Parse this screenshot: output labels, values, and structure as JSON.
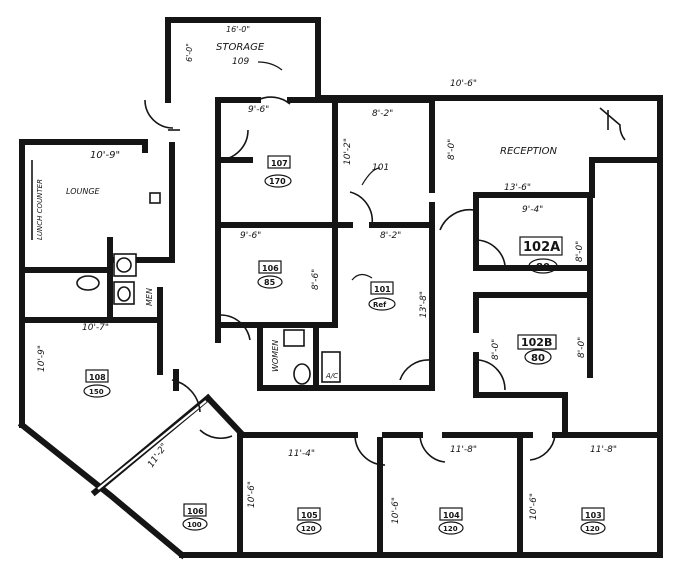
{
  "rooms": {
    "storage": {
      "name": "STORAGE",
      "number": "109",
      "dim_w": "16'-0\"",
      "dim_h": "6'-0\""
    },
    "lounge": {
      "name": "LOUNGE",
      "dim": "10'-9\"",
      "side_label": "LUNCH COUNTER"
    },
    "r107": {
      "number": "107",
      "area": "170",
      "dim": "9'-6\""
    },
    "r106": {
      "number": "106",
      "area": "85",
      "dim_w": "9'-6\"",
      "dim_h": "8'-6\""
    },
    "r101": {
      "number": "101",
      "area": "Ref",
      "dim_a": "8'-2\"",
      "dim_b": "8'-2\"",
      "dim_c": "10'-2\"",
      "dim_d": "13'-8\""
    },
    "reception": {
      "name": "RECEPTION",
      "dim_a": "8'-0\"",
      "dim_b": "13'-6\""
    },
    "r102a": {
      "number": "102A",
      "area": "80",
      "dim_w": "9'-4\"",
      "dim_h": "8'-0\""
    },
    "r102b": {
      "number": "102B",
      "area": "80",
      "dim_w": "8'-0\"",
      "dim_h": "8'-0\""
    },
    "r108": {
      "number": "108",
      "area": "150",
      "dim_w": "10'-7\"",
      "dim_h": "10'-9\""
    },
    "r106b": {
      "number": "106",
      "area": "100",
      "dim": "11'-2\""
    },
    "r105": {
      "number": "105",
      "area": "120",
      "dim_w": "11'-4\"",
      "dim_h": "10'-6\""
    },
    "r104": {
      "number": "104",
      "area": "120",
      "dim_w": "11'-8\"",
      "dim_h": "10'-6\""
    },
    "r103": {
      "number": "103",
      "area": "120",
      "dim_w": "11'-8\"",
      "dim_h": "10'-6\""
    },
    "mens": {
      "name": "MEN"
    },
    "womens": {
      "name": "WOMEN"
    },
    "ac": {
      "name": "A/C"
    }
  },
  "misc": {
    "top_right_mark": "10'-6\""
  }
}
